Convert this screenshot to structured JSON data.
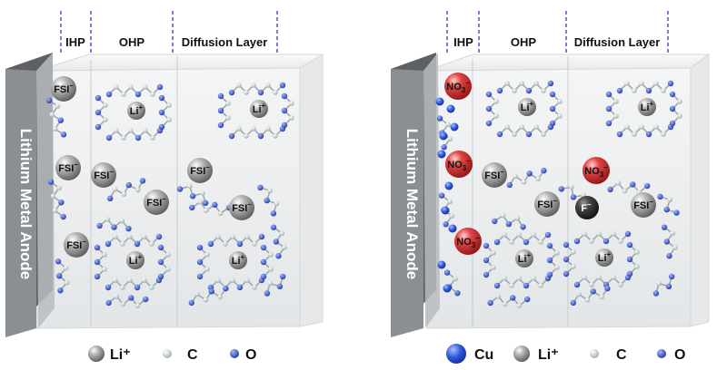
{
  "left_panel": {
    "regions": [
      "IHP",
      "OHP",
      "Diffusion Layer"
    ],
    "anode_label": "Lithium Metal Anode",
    "ions": [
      {
        "base": "FSI",
        "charge": "–",
        "color": "gray"
      },
      {
        "base": "FSI",
        "charge": "–",
        "color": "gray"
      },
      {
        "base": "FSI",
        "charge": "–",
        "color": "gray"
      },
      {
        "base": "FSI",
        "charge": "–",
        "color": "gray"
      },
      {
        "base": "FSI",
        "charge": "–",
        "color": "gray"
      },
      {
        "base": "FSI",
        "charge": "–",
        "color": "gray"
      },
      {
        "base": "Li",
        "charge": "+",
        "color": "gray"
      },
      {
        "base": "Li",
        "charge": "+",
        "color": "gray"
      },
      {
        "base": "Li",
        "charge": "+",
        "color": "gray"
      },
      {
        "base": "Li",
        "charge": "+",
        "color": "gray"
      },
      {
        "base": "FSI",
        "charge": "–",
        "color": "gray"
      }
    ],
    "legend": [
      {
        "text": "Li⁺",
        "marker": "gray-sphere"
      },
      {
        "text": "C",
        "marker": "carbon-sphere"
      },
      {
        "text": "O",
        "marker": "oxygen-sphere"
      }
    ]
  },
  "right_panel": {
    "regions": [
      "IHP",
      "OHP",
      "Diffusion Layer"
    ],
    "anode_label": "Lithium Metal Anode",
    "ions": [
      {
        "base": "NO",
        "sub": "3",
        "charge": "–",
        "color": "red"
      },
      {
        "base": "NO",
        "sub": "3",
        "charge": "–",
        "color": "red"
      },
      {
        "base": "NO",
        "sub": "3",
        "charge": "–",
        "color": "red"
      },
      {
        "base": "FSI",
        "charge": "–",
        "color": "gray"
      },
      {
        "base": "FSI",
        "charge": "–",
        "color": "gray"
      },
      {
        "base": "NO",
        "sub": "3",
        "charge": "–",
        "color": "red"
      },
      {
        "base": "F",
        "charge": "–",
        "color": "dark"
      },
      {
        "base": "FSI",
        "charge": "–",
        "color": "gray"
      },
      {
        "base": "Li",
        "charge": "+",
        "color": "gray"
      },
      {
        "base": "Li",
        "charge": "+",
        "color": "gray"
      },
      {
        "base": "Li",
        "charge": "+",
        "color": "gray"
      },
      {
        "base": "Li",
        "charge": "+",
        "color": "gray"
      }
    ],
    "legend": [
      {
        "text": "Cu",
        "marker": "copper-sphere"
      },
      {
        "text": "Li⁺",
        "marker": "gray-sphere"
      },
      {
        "text": "C",
        "marker": "carbon-sphere"
      },
      {
        "text": "O",
        "marker": "oxygen-sphere"
      }
    ]
  },
  "colors": {
    "anode_front": "#8c8f92",
    "anode_side": "#5d6064",
    "panel_face": "#eef0f2",
    "divider_dashes": "#2a3fb8",
    "li_ion": "#8a8a8a",
    "no3_ion": "#d83a3a",
    "f_ion": "#3a3a3a",
    "carbon": "#d9dfe3",
    "oxygen": "#2a48c8",
    "copper": "#2d56d8"
  }
}
